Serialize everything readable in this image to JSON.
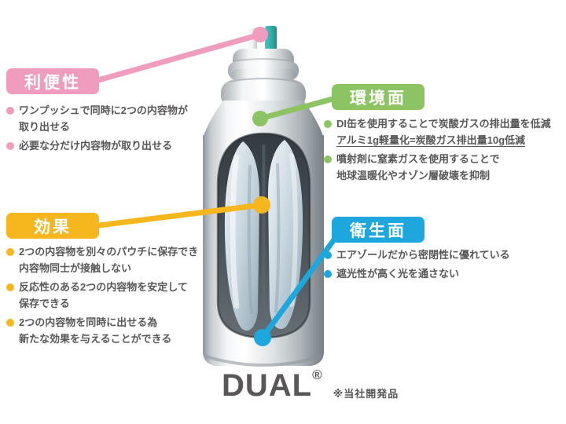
{
  "footer": {
    "product_name": "DUAL",
    "registered_mark": "®",
    "note": "※当社開発品"
  },
  "colors": {
    "convenience": "#F09CBE",
    "environment": "#8CC363",
    "effect": "#F5B61E",
    "hygiene": "#1EA7DF",
    "body_text": "#595757",
    "valve_stem_teal": "#2FAEA6"
  },
  "sections": {
    "convenience": {
      "label": "利便性",
      "items": [
        {
          "lines": [
            "ワンプッシュで同時に2つの内容物が",
            "取り出せる"
          ]
        },
        {
          "lines": [
            "必要な分だけ内容物が取り出せる"
          ]
        }
      ]
    },
    "environment": {
      "label": "環境面",
      "items": [
        {
          "lines": [
            "DI缶を使用することで炭酸ガスの排出量を低減",
            "アルミ1g軽量化=炭酸ガス排出量10g低減"
          ]
        },
        {
          "lines": [
            "噴射剤に窒素ガスを使用することで",
            "地球温暖化やオゾン層破壊を抑制"
          ]
        }
      ]
    },
    "effect": {
      "label": "効果",
      "items": [
        {
          "lines": [
            "2つの内容物を別々のパウチに保存でき",
            "内容物同士が接触しない"
          ]
        },
        {
          "lines": [
            "反応性のある2つの内容物を安定して",
            "保存できる"
          ]
        },
        {
          "lines": [
            "2つの内容物を同時に出せる為",
            "新たな効果を与えることができる"
          ]
        }
      ]
    },
    "hygiene": {
      "label": "衛生面",
      "items": [
        {
          "lines": [
            "エアゾールだから密閉性に優れている"
          ]
        },
        {
          "lines": [
            "遮光性が高く光を通さない"
          ]
        }
      ]
    }
  }
}
